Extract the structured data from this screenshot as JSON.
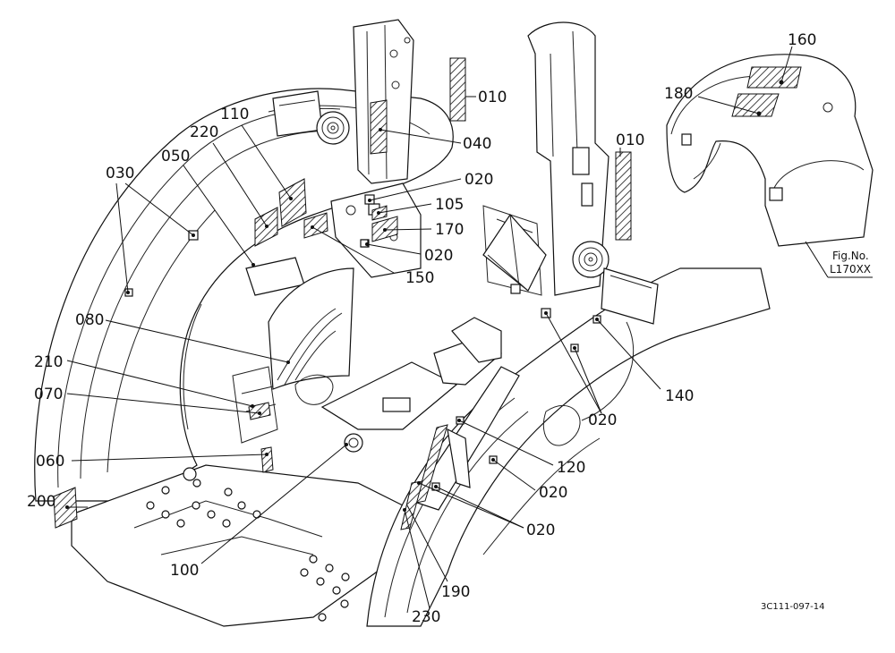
{
  "figure": {
    "fig_label": "Fig.No.",
    "fig_number": "L170XX",
    "drawing_code": "3C111-097-14"
  },
  "callouts": [
    {
      "id": "160",
      "text": "160"
    },
    {
      "id": "180",
      "text": "180"
    },
    {
      "id": "010a",
      "text": "010"
    },
    {
      "id": "110",
      "text": "110"
    },
    {
      "id": "220",
      "text": "220"
    },
    {
      "id": "040",
      "text": "040"
    },
    {
      "id": "030",
      "text": "030"
    },
    {
      "id": "050",
      "text": "050"
    },
    {
      "id": "020a",
      "text": "020"
    },
    {
      "id": "010b",
      "text": "010"
    },
    {
      "id": "105",
      "text": "105"
    },
    {
      "id": "170",
      "text": "170"
    },
    {
      "id": "020b",
      "text": "020"
    },
    {
      "id": "150",
      "text": "150"
    },
    {
      "id": "080",
      "text": "080"
    },
    {
      "id": "210",
      "text": "210"
    },
    {
      "id": "070",
      "text": "070"
    },
    {
      "id": "140",
      "text": "140"
    },
    {
      "id": "020c",
      "text": "020"
    },
    {
      "id": "060",
      "text": "060"
    },
    {
      "id": "120",
      "text": "120"
    },
    {
      "id": "020d",
      "text": "020"
    },
    {
      "id": "200",
      "text": "200"
    },
    {
      "id": "020e",
      "text": "020"
    },
    {
      "id": "100",
      "text": "100"
    },
    {
      "id": "190",
      "text": "190"
    },
    {
      "id": "230",
      "text": "230"
    }
  ]
}
